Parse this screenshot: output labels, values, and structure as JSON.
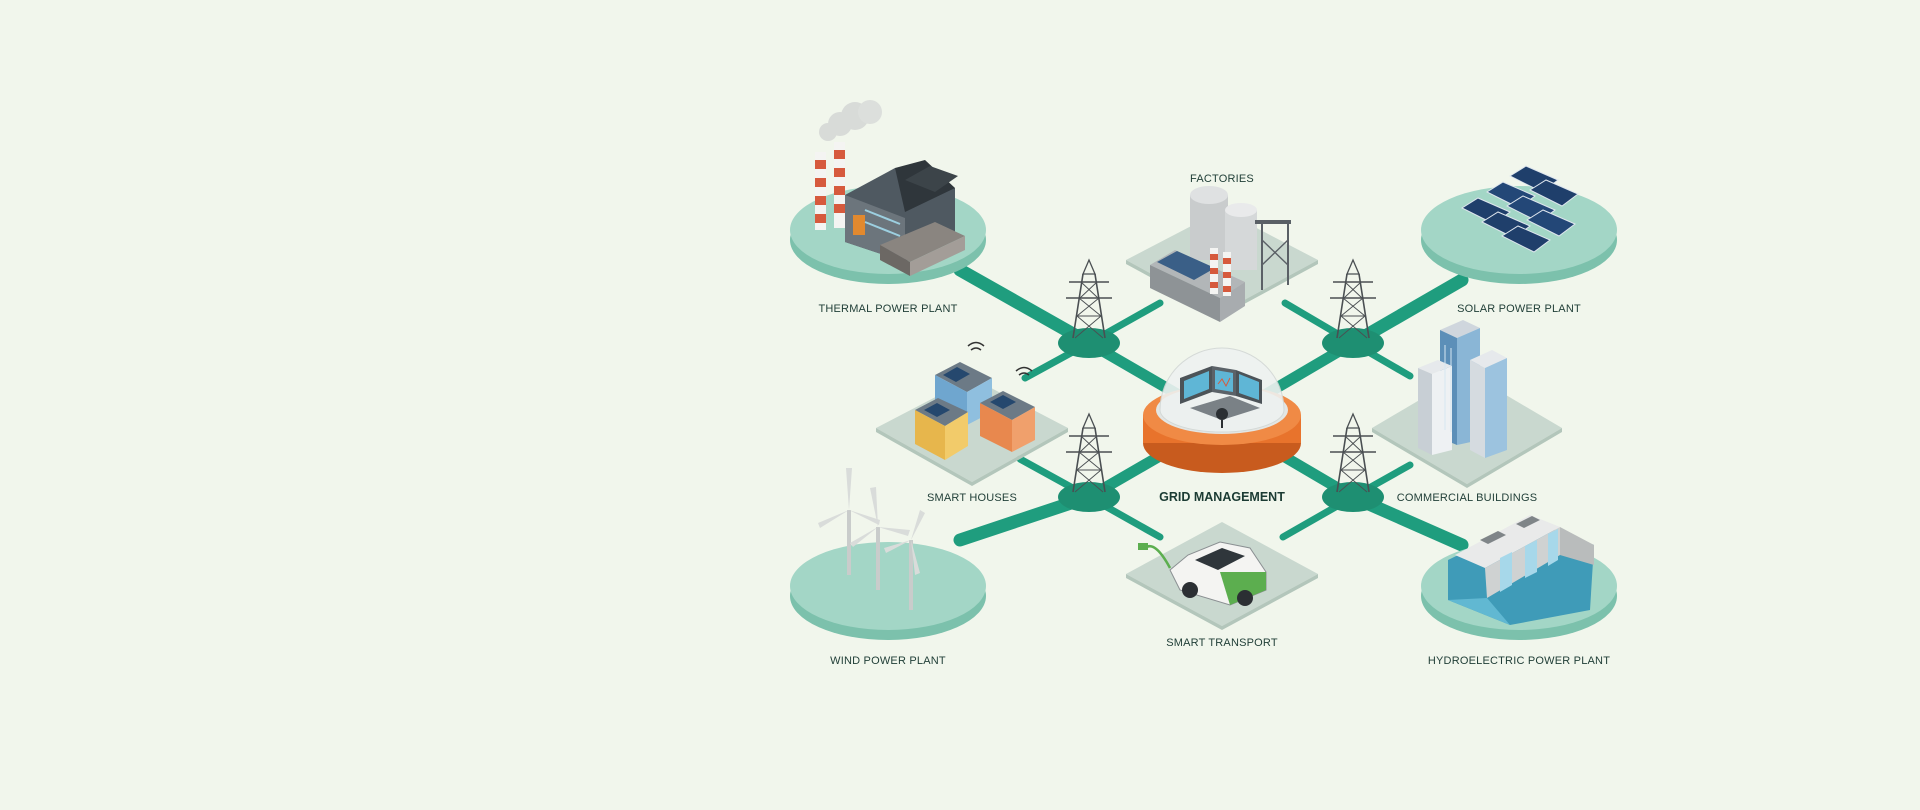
{
  "diagram": {
    "center": {
      "label": "GRID MANAGEMENT"
    },
    "nodes": {
      "thermal": {
        "label": "THERMAL POWER PLANT"
      },
      "factories": {
        "label": "FACTORIES"
      },
      "solar": {
        "label": "SOLAR POWER PLANT"
      },
      "smart_houses": {
        "label": "SMART HOUSES"
      },
      "commercial": {
        "label": "COMMERCIAL BUILDINGS"
      },
      "wind": {
        "label": "WIND POWER PLANT"
      },
      "smart_transport": {
        "label": "SMART TRANSPORT"
      },
      "hydro": {
        "label": "HYDROELECTRIC POWER PLANT"
      }
    }
  },
  "colors": {
    "background": "#f1f6ec",
    "connector": "#1f9d7e",
    "hub": "#1e8f72",
    "platform_top": "#a3d6c6",
    "platform_side": "#7cc1ac",
    "tile": "#c9d8cf",
    "control_base": "#e8732c",
    "control_base_dark": "#c85b1e"
  },
  "icons": {
    "thermal": "thermal-power-plant-icon",
    "factories": "factory-icon",
    "solar": "solar-panel-icon",
    "smart_houses": "smart-house-icon",
    "commercial": "office-building-icon",
    "wind": "wind-turbine-icon",
    "smart_transport": "electric-car-icon",
    "hydro": "hydroelectric-dam-icon",
    "center": "control-room-dome-icon",
    "pylon": "transmission-tower-icon"
  }
}
